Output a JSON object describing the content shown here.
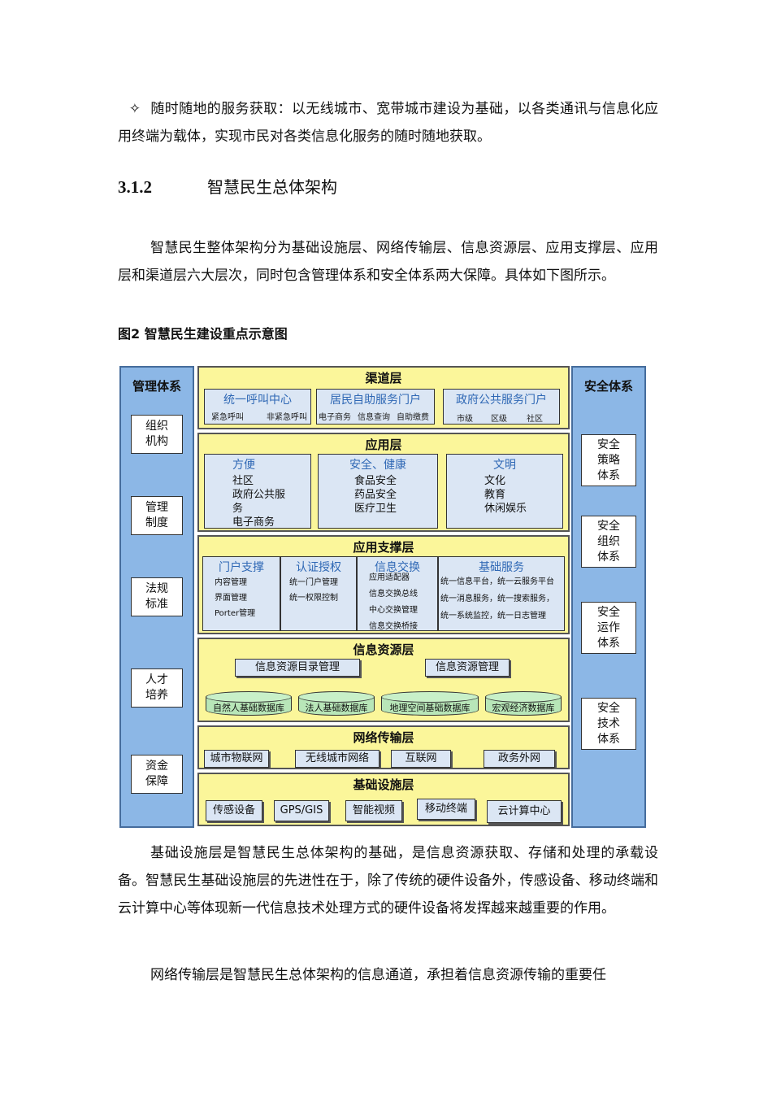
{
  "intro": {
    "bullet_mark": "✧",
    "bullet_text": "随时随地的服务获取：以无线城市、宽带城市建设为基础，以各类通讯与信息化应用终端为载体，实现市民对各类信息化服务的随时随地获取。"
  },
  "section": {
    "number": "3.1.2",
    "title": "智慧民生总体架构"
  },
  "para_arch": "智慧民生整体架构分为基础设施层、网络传输层、信息资源层、应用支撑层、应用层和渠道层六大层次，同时包含管理体系和安全体系两大保障。具体如下图所示。",
  "figure_caption": "图2 智慧民生建设重点示意图",
  "diagram": {
    "left_panel": {
      "title": "管理体系",
      "items": [
        "组织\n机构",
        "管理\n制度",
        "法规\n标准",
        "人才\n培养",
        "资金\n保障"
      ]
    },
    "right_panel": {
      "title": "安全体系",
      "items": [
        "安全\n策略\n体系",
        "安全\n组织\n体系",
        "安全\n运作\n体系",
        "安全\n技术\n体系"
      ]
    },
    "channel": {
      "title": "渠道层",
      "boxes": [
        {
          "title": "统一呼叫中心",
          "sub1": "紧急呼叫",
          "sub2": "非紧急呼叫"
        },
        {
          "title": "居民自助服务门户",
          "sub1": "电子商务",
          "sub2": "信息查询",
          "sub3": "自助缴费"
        },
        {
          "title": "政府公共服务门户",
          "sub1": "市级",
          "sub2": "区级",
          "sub3": "社区"
        }
      ]
    },
    "application": {
      "title": "应用层",
      "boxes": [
        {
          "title": "方便",
          "items": "社区\n政府公共服\n务\n电子商务"
        },
        {
          "title": "安全、健康",
          "items": "食品安全\n药品安全\n医疗卫生"
        },
        {
          "title": "文明",
          "items": "文化\n教育\n休闲娱乐"
        }
      ]
    },
    "support": {
      "title": "应用支撑层",
      "boxes": [
        {
          "title": "门户支撑",
          "items": "内容管理\n界面管理\nPorter管理"
        },
        {
          "title": "认证授权",
          "items": "统一门户管理\n统一权限控制"
        },
        {
          "title": "信息交换",
          "items": "应用适配器\n信息交换总线\n中心交换管理\n信息交换桥接"
        },
        {
          "title": "基础服务",
          "items": "统一信息平台，统一云服务平台\n统一消息服务，统一搜索服务，\n统一系统监控，统一日志管理"
        }
      ]
    },
    "resource": {
      "title": "信息资源层",
      "buttons": [
        "信息资源目录管理",
        "信息资源管理"
      ],
      "databases": [
        "自然人基础数据库",
        "法人基础数据库",
        "地理空间基础数据库",
        "宏观经济数据库"
      ]
    },
    "network": {
      "title": "网络传输层",
      "buttons": [
        "城市物联网",
        "无线城市网络",
        "互联网",
        "政务外网"
      ]
    },
    "infrastructure": {
      "title": "基础设施层",
      "buttons": [
        "传感设备",
        "GPS/GIS",
        "智能视频",
        "移动终端",
        "云计算中心"
      ]
    }
  },
  "para_infra": "基础设施层是智慧民生总体架构的基础，是信息资源获取、存储和处理的承载设备。智慧民生基础设施层的先进性在于，除了传统的硬件设备外，传感设备、移动终端和云计算中心等体现新一代信息技术处理方式的硬件设备将发挥越来越重要的作用。",
  "para_network": "网络传输层是智慧民生总体架构的信息通道，承担着信息资源传输的重要任"
}
